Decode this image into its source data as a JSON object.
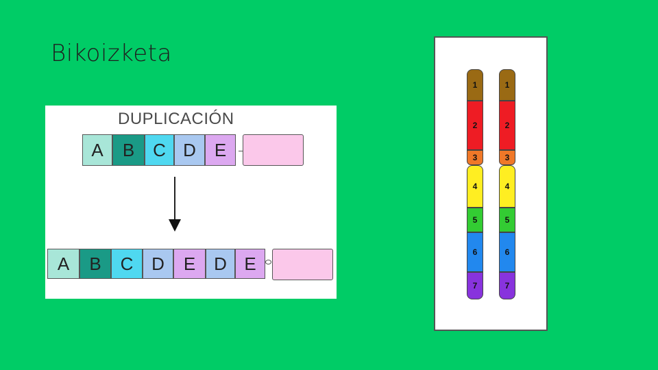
{
  "slide": {
    "title": "Bikoizketa"
  },
  "duplication": {
    "heading": "DUPLICACIÓN",
    "before": [
      {
        "label": "A",
        "color": "#a8e6d8"
      },
      {
        "label": "B",
        "color": "#1a9a86"
      },
      {
        "label": "C",
        "color": "#4fd8f0"
      },
      {
        "label": "D",
        "color": "#a9c8f0"
      },
      {
        "label": "E",
        "color": "#dca8f0"
      }
    ],
    "after": [
      {
        "label": "A",
        "color": "#a8e6d8"
      },
      {
        "label": "B",
        "color": "#1a9a86"
      },
      {
        "label": "C",
        "color": "#4fd8f0"
      },
      {
        "label": "D",
        "color": "#a9c8f0"
      },
      {
        "label": "E",
        "color": "#dca8f0"
      },
      {
        "label": "D",
        "color": "#a9c8f0"
      },
      {
        "label": "E",
        "color": "#dca8f0"
      }
    ],
    "tail_color": "#fbc8ea"
  },
  "chromosome": {
    "bands": [
      {
        "label": "1",
        "color": "#9a6a14"
      },
      {
        "label": "2",
        "color": "#ee1c24"
      },
      {
        "label": "3",
        "color": "#f07828"
      },
      {
        "label": "4",
        "color": "#ffee22"
      },
      {
        "label": "5",
        "color": "#33cc33"
      },
      {
        "label": "6",
        "color": "#2288ee"
      },
      {
        "label": "7",
        "color": "#8833dd"
      }
    ]
  }
}
